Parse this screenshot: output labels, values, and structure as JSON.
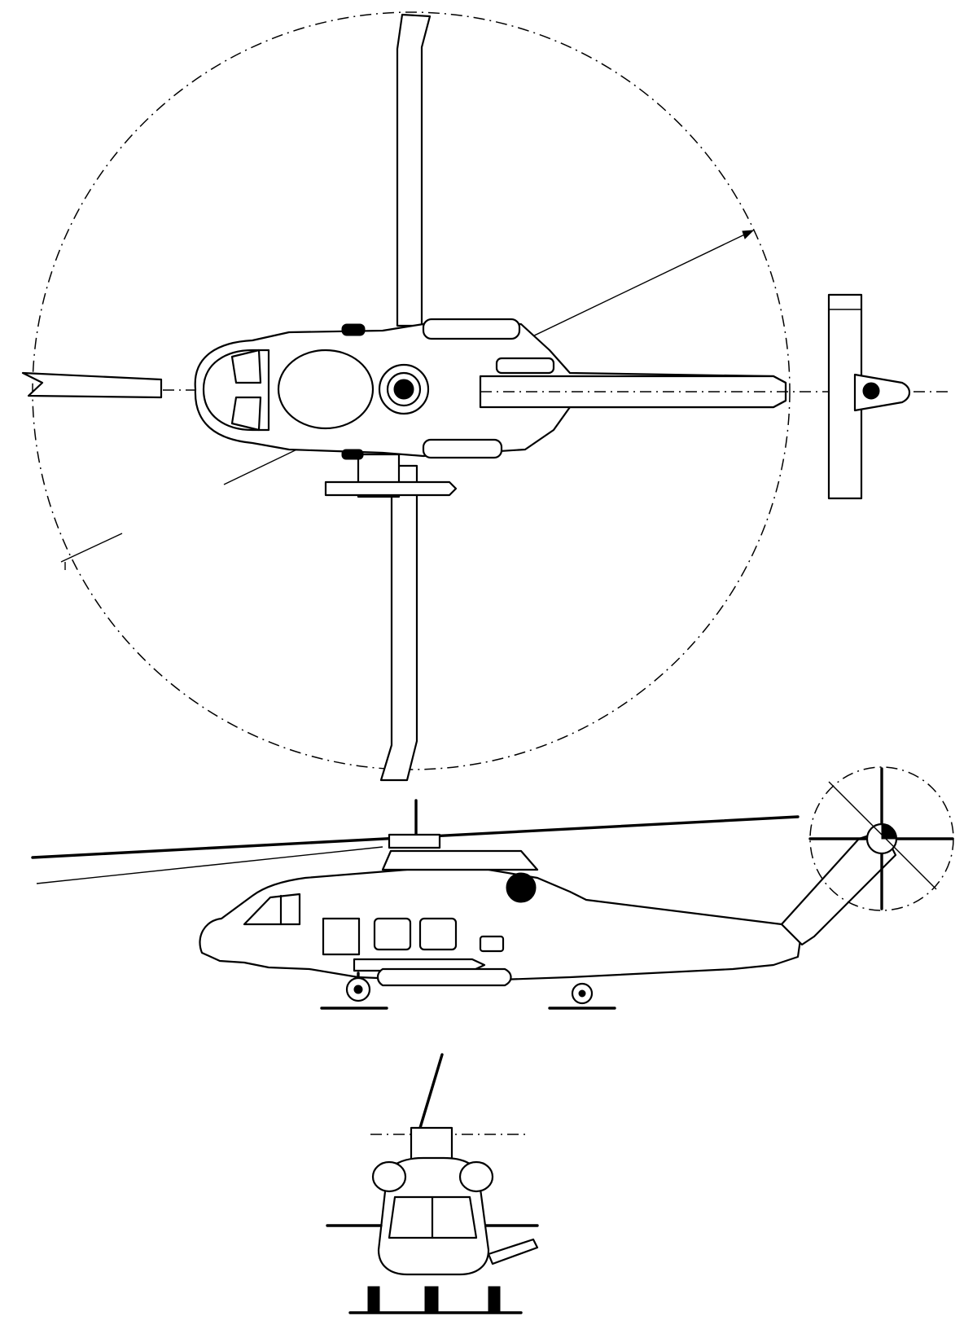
{
  "drawing": {
    "kind": "three-view line drawing",
    "views": [
      "top",
      "side",
      "front"
    ],
    "colors": {
      "ink": "#000000",
      "paper": "#ffffff"
    }
  }
}
